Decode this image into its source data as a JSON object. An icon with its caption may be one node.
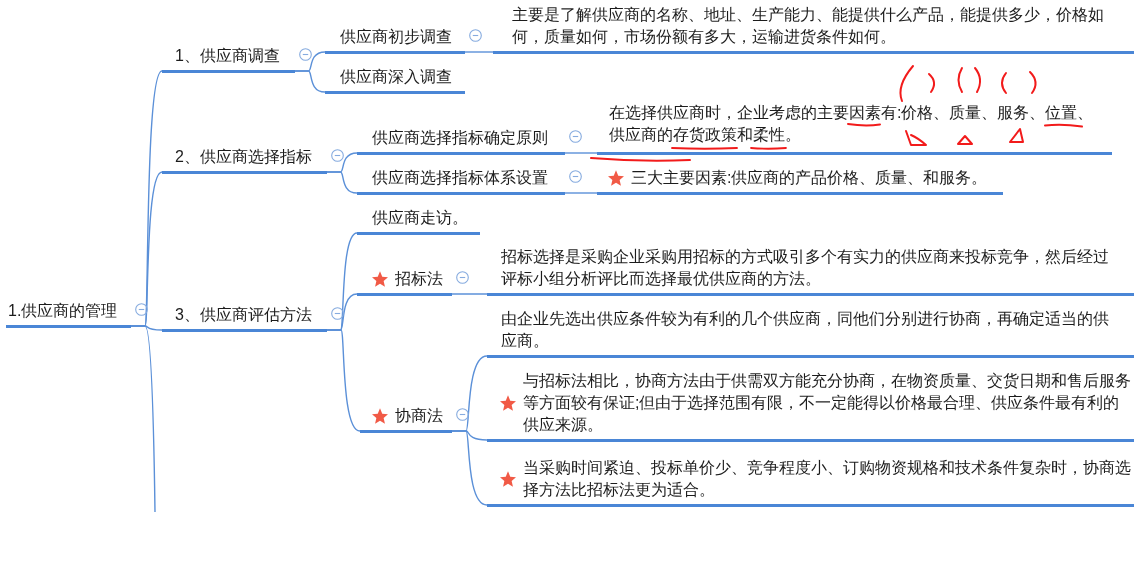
{
  "diagram": {
    "nodes": [
      {
        "text": [
          "1.供应商的管理"
        ]
      },
      {
        "text": [
          "1、供应商调查"
        ]
      },
      {
        "text": [
          "供应商初步调查"
        ]
      },
      {
        "text": [
          "主要是了解供应商的名称、地址、生产能力、能提供什么产品，能提供多少，价格如何，质量如何，市场份额有多大，运输进货条件如何。"
        ]
      },
      {
        "text": [
          "供应商深入调查"
        ]
      },
      {
        "text": [
          "2、供应商选择指标"
        ]
      },
      {
        "text": [
          "供应商选择指标确定原则"
        ]
      },
      {
        "text": [
          "在选择供应商时，企业考虑的主要因素有:价格、质量、服务、位置、供应商的存货政策和柔性。"
        ]
      },
      {
        "text": [
          "供应商选择指标体系设置"
        ]
      },
      {
        "text": [
          "三大主要因素:供应商的产品价格、质量、和服务。"
        ]
      },
      {
        "text": [
          "3、供应商评估方法"
        ]
      },
      {
        "text": [
          "供应商走访。"
        ]
      },
      {
        "text": [
          "招标法"
        ]
      },
      {
        "text": [
          "招标选择是采购企业采购用招标的方式吸引多个有实力的供应商来投标竞争，然后经过评标小组分析评比而选择最优供应商的方法。"
        ]
      },
      {
        "text": [
          "协商法"
        ]
      },
      {
        "text": [
          "由企业先选出供应条件较为有利的几个供应商，同他们分别进行协商，再确定适当的供应商。"
        ]
      },
      {
        "text": [
          "与招标法相比，协商方法由于供需双方能充分协商，在物资质量、交货日期和售后服务等方面较有保证;但由于选择范围有限，不一定能得以价格最合理、供应条件最有利的供应来源。"
        ]
      },
      {
        "text": [
          "当采购时间紧迫、投标单价少、竞争程度小、订购物资规格和技术条件复杂时，协商选择方法比招标法更为适合。"
        ]
      }
    ],
    "edges": [
      {
        "from": 0,
        "to": 1,
        "arrow": "none"
      },
      {
        "from": 0,
        "to": 5,
        "arrow": "none"
      },
      {
        "from": 0,
        "to": 10,
        "arrow": "none"
      },
      {
        "from": 0,
        "to": null,
        "arrow": "none"
      },
      {
        "from": 1,
        "to": 2,
        "arrow": "none"
      },
      {
        "from": 1,
        "to": 4,
        "arrow": "none"
      },
      {
        "from": 2,
        "to": 3,
        "arrow": "none"
      },
      {
        "from": 5,
        "to": 6,
        "arrow": "none"
      },
      {
        "from": 5,
        "to": 8,
        "arrow": "none"
      },
      {
        "from": 6,
        "to": 7,
        "arrow": "none"
      },
      {
        "from": 8,
        "to": 9,
        "arrow": "none"
      },
      {
        "from": 10,
        "to": 11,
        "arrow": "none"
      },
      {
        "from": 10,
        "to": 12,
        "arrow": "none"
      },
      {
        "from": 10,
        "to": 14,
        "arrow": "none"
      },
      {
        "from": 12,
        "to": 13,
        "arrow": "none"
      },
      {
        "from": 14,
        "to": 15,
        "arrow": "none"
      },
      {
        "from": 14,
        "to": 16,
        "arrow": "none"
      },
      {
        "from": 14,
        "to": 17,
        "arrow": "none"
      }
    ]
  }
}
